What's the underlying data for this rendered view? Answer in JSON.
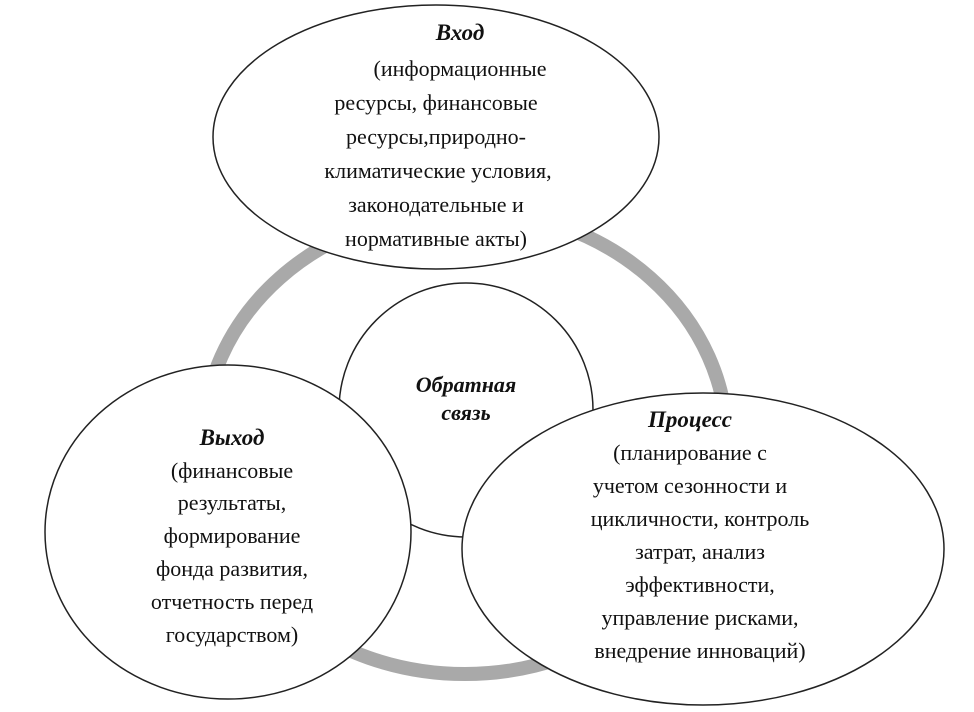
{
  "input": {
    "title": "Вход",
    "lines": [
      "(информационные",
      "ресурсы, финансовые",
      "ресурсы,природно-",
      "климатические условия,",
      "законодательные и",
      "нормативные акты)"
    ]
  },
  "feedback": {
    "lines": [
      "Обратная",
      "связь"
    ]
  },
  "output": {
    "title": "Выход",
    "lines": [
      "(финансовые",
      "результаты,",
      "формирование",
      "фонда развития,",
      "отчетность перед",
      "государством)"
    ]
  },
  "process": {
    "title": "Процесс",
    "lines": [
      "(планирование с",
      "учетом сезонности и",
      "цикличности, контроль",
      "затрат, анализ",
      "эффективности,",
      "управление рисками,",
      "внедрение инноваций)"
    ]
  },
  "colors": {
    "ring": "#a9a9a9",
    "stroke": "#222222"
  }
}
